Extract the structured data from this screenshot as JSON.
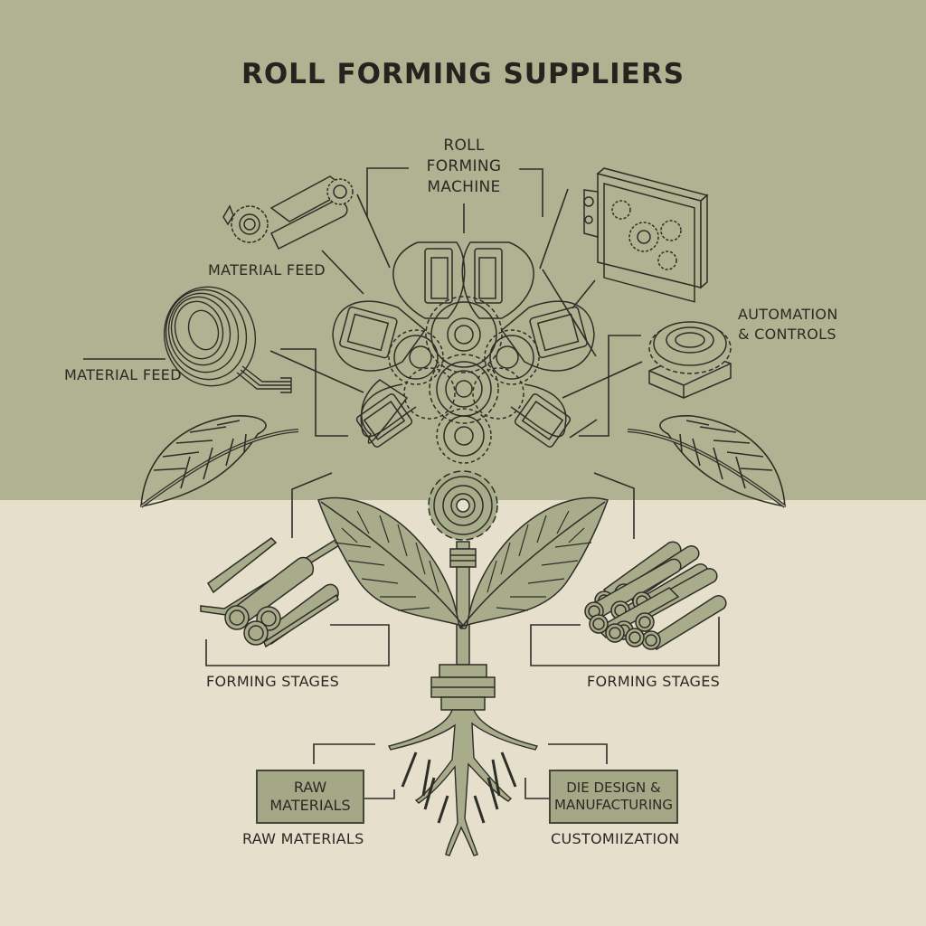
{
  "title": "ROLL FORMING SUPPLIERS",
  "colors": {
    "top_background": "#b0b291",
    "bottom_background": "#e6dfcb",
    "line": "#2e2e28",
    "fill_green": "#a9ac8a",
    "box_fill": "#a5a886"
  },
  "center": {
    "label_lines": [
      "ROLL",
      "FORMING",
      "MACHINE"
    ],
    "icon": "gear-flower-icon"
  },
  "nodes": [
    {
      "id": "material-feed-rollers",
      "label": "MATERIAL FEED",
      "icon": "feed-rollers-icon",
      "position": "upper-left"
    },
    {
      "id": "material-feed-coil",
      "label": "MATERIAL FEED",
      "icon": "coil-icon",
      "position": "left"
    },
    {
      "id": "control-panel",
      "label": "",
      "icon": "control-panel-gears-icon",
      "position": "upper-right"
    },
    {
      "id": "automation-controls",
      "label_lines": [
        "AUTOMATION",
        "& CONTROLS"
      ],
      "icon": "gear-block-icon",
      "position": "right"
    },
    {
      "id": "forming-stages-left",
      "label": "FORMING STAGES",
      "icon": "rolled-profiles-icon",
      "position": "lower-left"
    },
    {
      "id": "forming-stages-right",
      "label": "FORMING STAGES",
      "icon": "tube-bundle-icon",
      "position": "lower-right"
    },
    {
      "id": "raw-materials",
      "box_lines": [
        "RAW",
        "MATERIALS"
      ],
      "label": "RAW MATERIALS",
      "position": "bottom-left"
    },
    {
      "id": "die-design",
      "box_lines": [
        "DIE DESIGN &",
        "MANUFACTURING"
      ],
      "label": "CUSTOMIIZATION",
      "position": "bottom-right"
    }
  ]
}
